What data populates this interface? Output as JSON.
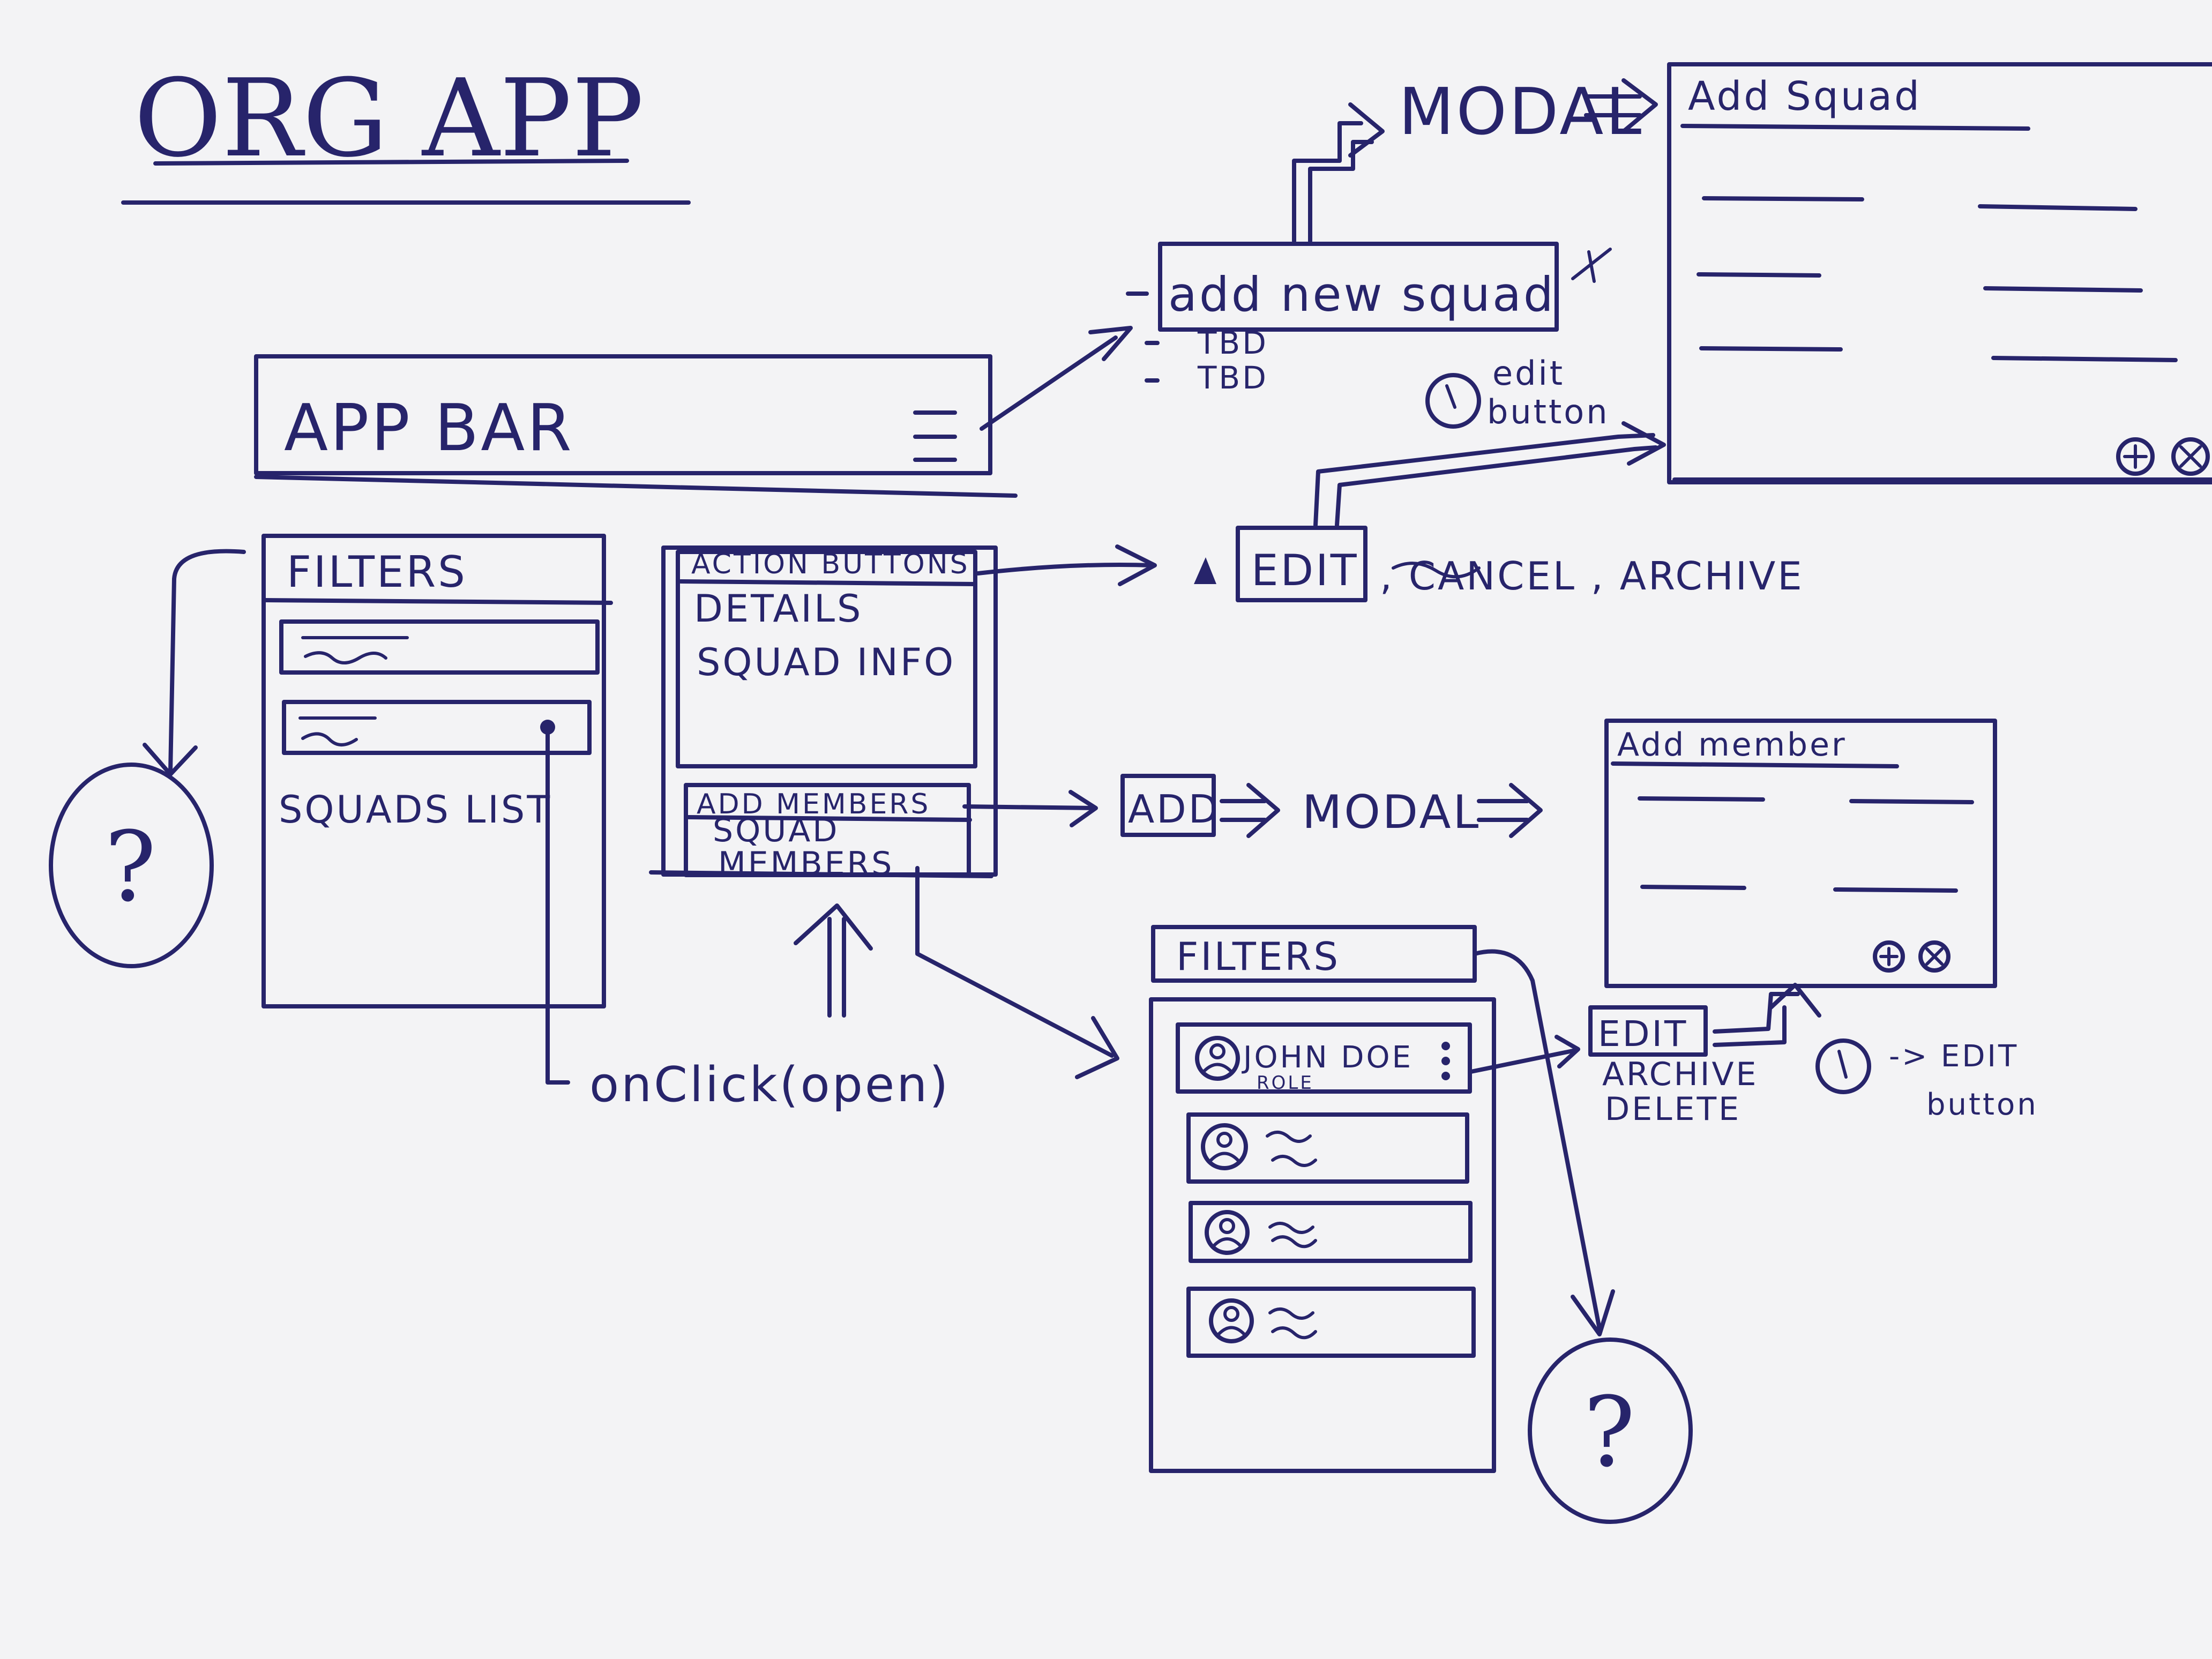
{
  "title": "ORG APP",
  "app_bar": {
    "label": "APP BAR"
  },
  "filters_panel": {
    "header": "FILTERS",
    "list_label": "SQUADS LIST",
    "unknown": "?"
  },
  "details_panel": {
    "action_buttons": "ACTION BUTTONS",
    "details": "DETAILS",
    "squad_info": "SQUAD INFO",
    "add_members": "ADD MEMBERS",
    "squad_members_line1": "SQUAD",
    "squad_members_line2": "MEMBERS"
  },
  "onclick_label": "onClick(open)",
  "menu": {
    "add_new_squad": "add new squad",
    "tbd_1": "TBD",
    "tbd_2": "TBD",
    "modal": "MODAL",
    "edit_note_line1": "edit",
    "edit_note_line2": "button"
  },
  "add_squad_modal": {
    "title": "Add Squad"
  },
  "squad_actions": {
    "edit": "EDIT",
    "rest": ", CANCEL , ARCHIVE"
  },
  "members_flow": {
    "add": "ADD",
    "modal": "MODAL"
  },
  "add_member_modal": {
    "title": "Add member"
  },
  "members_panel": {
    "header": "FILTERS",
    "first_member_name": "JOHN DOE",
    "first_member_role": "ROLE",
    "unknown": "?"
  },
  "member_actions": {
    "edit": "EDIT",
    "archive": "ARCHIVE",
    "delete": "DELETE",
    "note_line1": "-> EDIT",
    "note_line2": "button"
  },
  "colors": {
    "ink": "#27246b",
    "paper": "#f3f3f5"
  }
}
